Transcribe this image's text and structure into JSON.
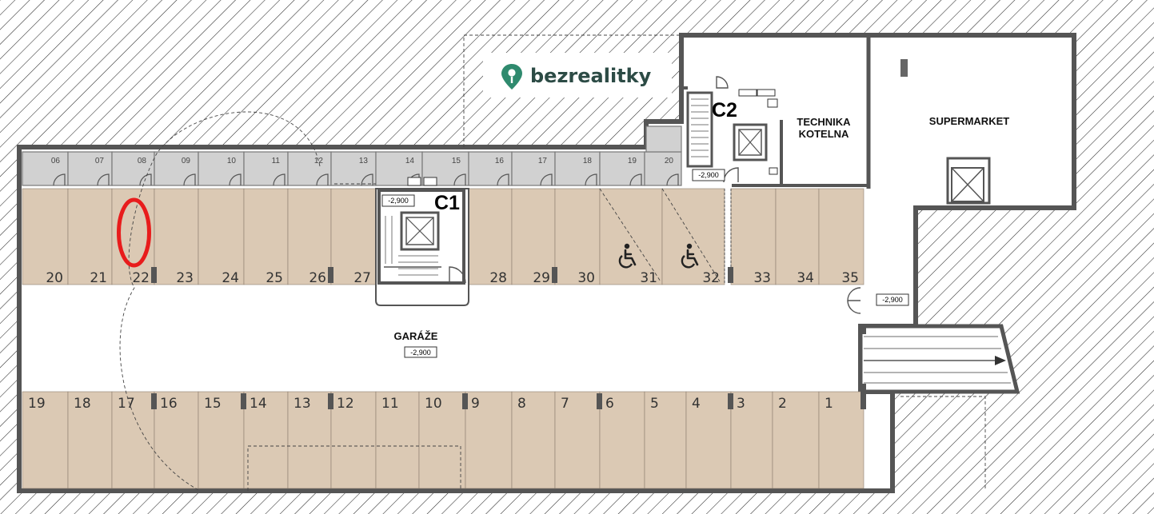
{
  "brand": {
    "name": "bezrealitky",
    "color": "#2f8a6e",
    "icon": "location-pin-icon"
  },
  "colors": {
    "parking": "#dbc9b4",
    "locker": "#d1d1d1",
    "wall": "#555555",
    "highlight": "#e81c1c"
  },
  "rooms": {
    "garage": "GARÁŽE",
    "tech_line1": "TECHNIKA",
    "tech_line2": "KOTELNA",
    "supermarket": "SUPERMARKET"
  },
  "cores": {
    "c1": "C1",
    "c2": "C2"
  },
  "levels": {
    "garage": "-2,900",
    "c1": "-2,900",
    "c2": "-2,900",
    "entrance": "-2,900"
  },
  "lockers": [
    "06",
    "07",
    "08",
    "09",
    "10",
    "11",
    "12",
    "13",
    "14",
    "15",
    "16",
    "17",
    "18",
    "19",
    "20"
  ],
  "spots_top_left": [
    "20",
    "21",
    "22",
    "23",
    "24",
    "25",
    "26",
    "27"
  ],
  "spots_top_right": [
    "28",
    "29",
    "30",
    "31",
    "32",
    "33",
    "34",
    "35"
  ],
  "spots_bottom": [
    "19",
    "18",
    "17",
    "16",
    "15",
    "14",
    "13",
    "12",
    "11",
    "10",
    "9",
    "8",
    "7",
    "6",
    "5",
    "4",
    "3",
    "2",
    "1"
  ],
  "accessible_spots": [
    "31",
    "32"
  ],
  "highlighted_spot": "22"
}
